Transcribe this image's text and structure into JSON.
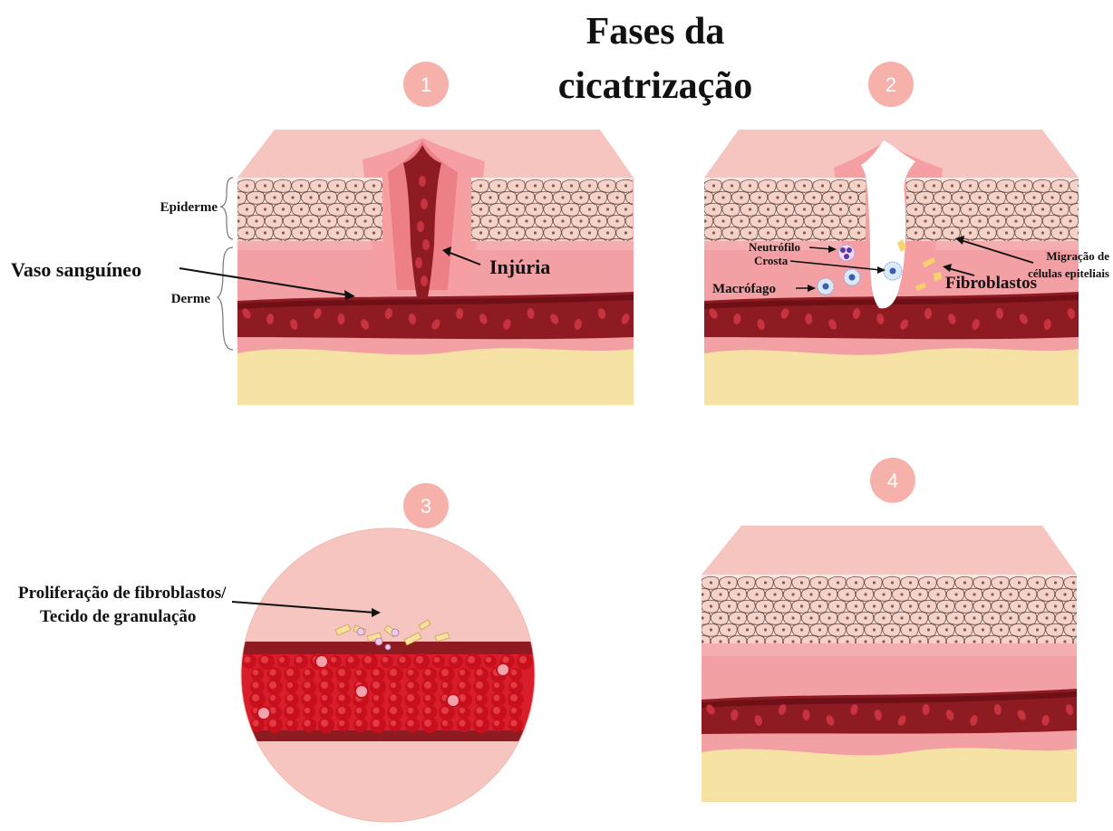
{
  "title": {
    "line1": "Fases da",
    "line2": "cicatrização"
  },
  "colors": {
    "skin_top": "#f7c5c0",
    "skin_pink": "#f4a7a8",
    "dermis": "#f2a0a4",
    "vessel": "#8e1a22",
    "vessel_dark": "#6f1017",
    "rbc": "#c73440",
    "fat": "#f7e2a6",
    "badge": "#f6b2aa",
    "cells_fill": "#f5d2c8",
    "cells_stroke": "#6d4a44",
    "scab": "#ffffff",
    "blood_bright": "#d81e2a"
  },
  "panels": [
    {
      "number": "1",
      "labels": {
        "epiderme": "Epiderme",
        "vaso": "Vaso sanguíneo",
        "derme": "Derme",
        "injuria": "Injúria"
      }
    },
    {
      "number": "2",
      "labels": {
        "neutrofilo": "Neutrófilo",
        "crosta": "Crosta",
        "macrofago": "Macrófago",
        "fibroblastos": "Fibroblastos",
        "migracao_1": "Migração de",
        "migracao_2": "células epiteliais"
      }
    },
    {
      "number": "3",
      "labels": {
        "proliferacao_1": "Proliferação de fibroblastos/",
        "proliferacao_2": "Tecido de granulação"
      }
    },
    {
      "number": "4",
      "labels": {}
    }
  ]
}
